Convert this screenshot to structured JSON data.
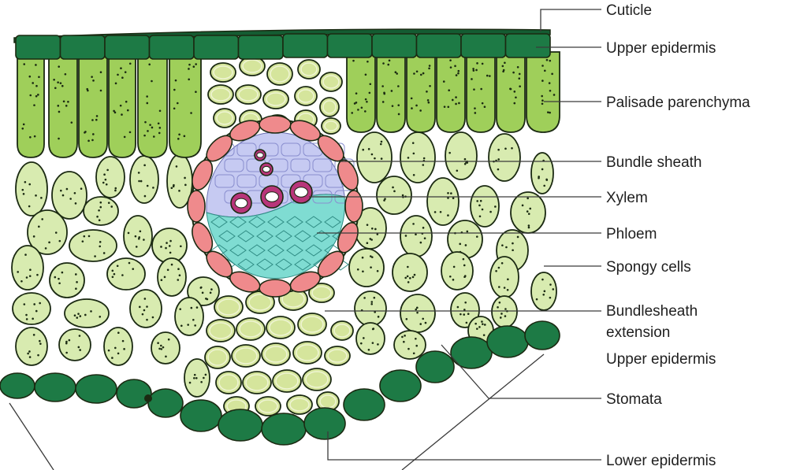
{
  "diagram": {
    "labels": {
      "cuticle": "Cuticle",
      "upper_epidermis": "Upper epidermis",
      "palisade": "Palisade parenchyma",
      "bundle_sheath": "Bundle sheath",
      "xylem": "Xylem",
      "phloem": "Phloem",
      "spongy": "Spongy cells",
      "bse_line1": "Bundlesheath",
      "bse_line2": "extension",
      "upper_epidermis_2": "Upper epidermis",
      "stomata": "Stomata",
      "lower_epidermis": "Lower epidermis"
    },
    "colors": {
      "epidermis": "#1d7a45",
      "epidermis_dark": "#145c32",
      "palisade": "#9fcf5a",
      "spongy": "#d8ebb0",
      "extension_cell": "#d5e59c",
      "bundle_sheath": "#ef8a8c",
      "xylem_bg": "#c6caf2",
      "phloem": "#7fdcd2",
      "xylem_vessel": "#b8357a",
      "outline": "#1b2a12"
    }
  }
}
